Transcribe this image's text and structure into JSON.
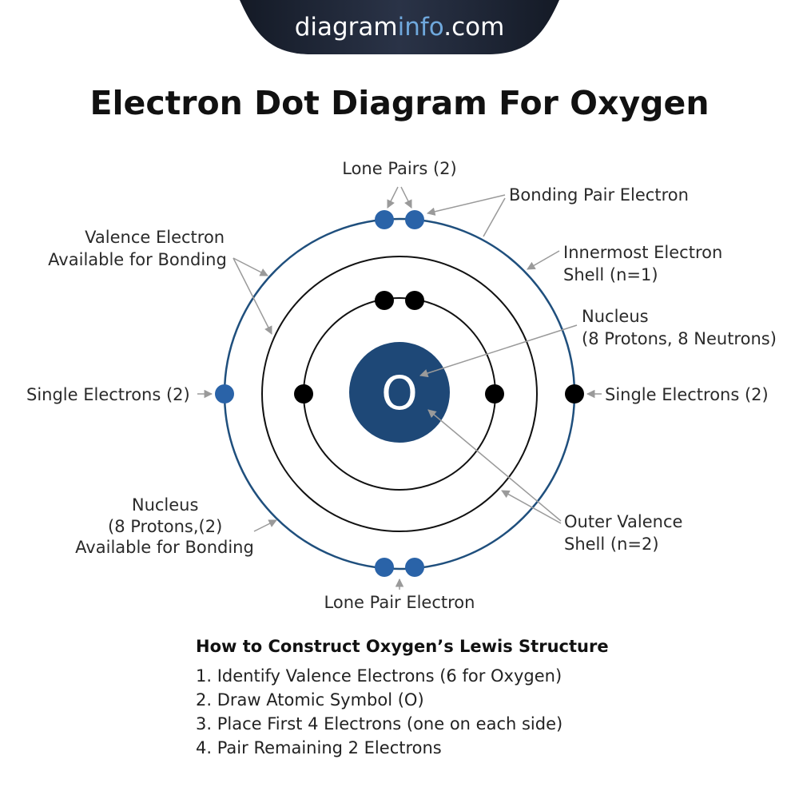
{
  "site": {
    "prefix": "diagram",
    "highlight": "info",
    "suffix": ".com"
  },
  "title": "Electron Dot Diagram For Oxygen",
  "nucleus": {
    "symbol": "O"
  },
  "labels": {
    "lone_pairs_top": "Lone Pairs (2)",
    "bonding_pair": "Bonding Pair Electron",
    "valence_available": [
      "Valence Electron",
      "Available for Bonding"
    ],
    "innermost_shell": [
      "Innermost Electron",
      "Shell (n=1)"
    ],
    "nucleus_info": [
      "Nucleus",
      "(8 Protons, 8 Neutrons)"
    ],
    "single_left": "Single Electrons (2)",
    "single_right": "Single Electrons (2)",
    "nucleus_bonding": [
      "Nucleus",
      "(8 Protons,(2)",
      "Available for Bonding"
    ],
    "outer_shell": [
      "Outer Valence",
      "Shell (n=2)"
    ],
    "lone_pair_bottom": "Lone Pair Electron"
  },
  "steps": {
    "heading": "How to Construct Oxygen’s Lewis Structure",
    "items": [
      "1. Identify Valence Electrons (6 for Oxygen)",
      "2. Draw Atomic Symbol (O)",
      "3. Place First 4 Electrons (one on each side)",
      "4. Pair Remaining 2 Electrons"
    ]
  },
  "colors": {
    "nucleus": "#1e4877",
    "outer_shell": "#1f4f7d",
    "valence_electron": "#2a63a8",
    "core_electron": "#000000",
    "banner_dark": "#1c2230",
    "leader": "#9a9a9a"
  }
}
